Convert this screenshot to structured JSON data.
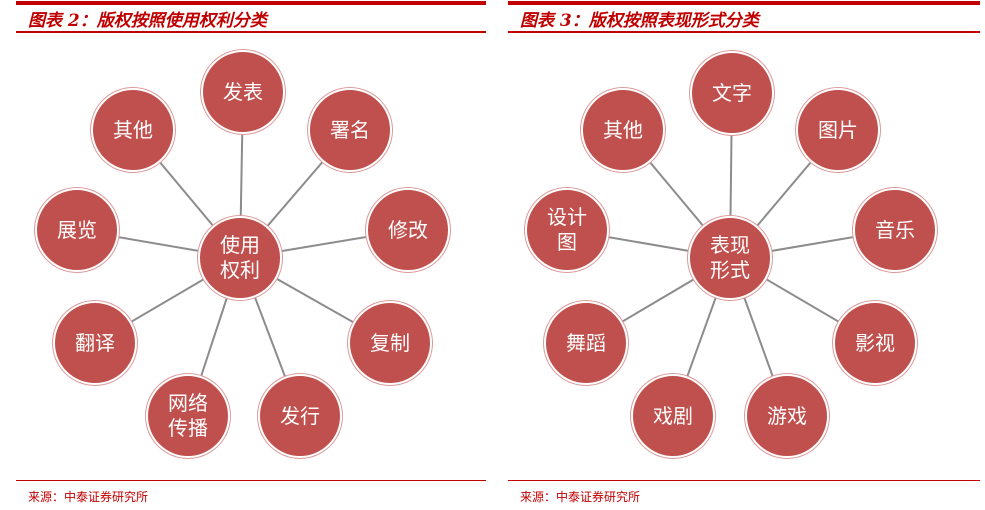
{
  "colors": {
    "accent": "#c00000",
    "node": "#c0504d",
    "line": "#8c8c8c"
  },
  "panels": [
    {
      "title": "图表 2：版权按照使用权利分类",
      "center": "使用\n权利",
      "nodes": [
        "发表",
        "署名",
        "修改",
        "复制",
        "发行",
        "网络\n传播",
        "翻译",
        "展览",
        "其他"
      ],
      "source": "来源：中泰证券研究所"
    },
    {
      "title": "图表 3：版权按照表现形式分类",
      "center": "表现\n形式",
      "nodes": [
        "文字",
        "图片",
        "音乐",
        "影视",
        "游戏",
        "戏剧",
        "舞蹈",
        "设计\n图",
        "其他"
      ],
      "source": "来源：中泰证券研究所"
    }
  ]
}
